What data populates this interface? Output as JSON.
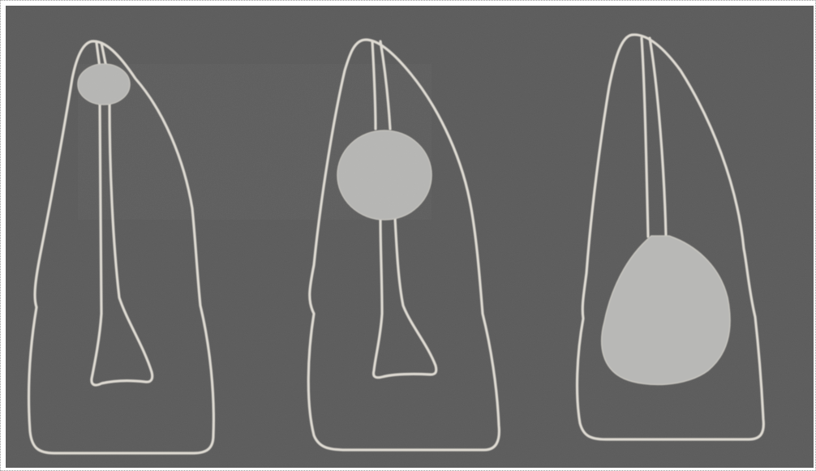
{
  "scene": {
    "description_colors": {
      "background": "#606060",
      "outline": "#dedad2",
      "fill": "#b9b9b9"
    },
    "teeth": [
      {
        "id": "tooth-1"
      },
      {
        "id": "tooth-2"
      },
      {
        "id": "tooth-3"
      }
    ]
  }
}
